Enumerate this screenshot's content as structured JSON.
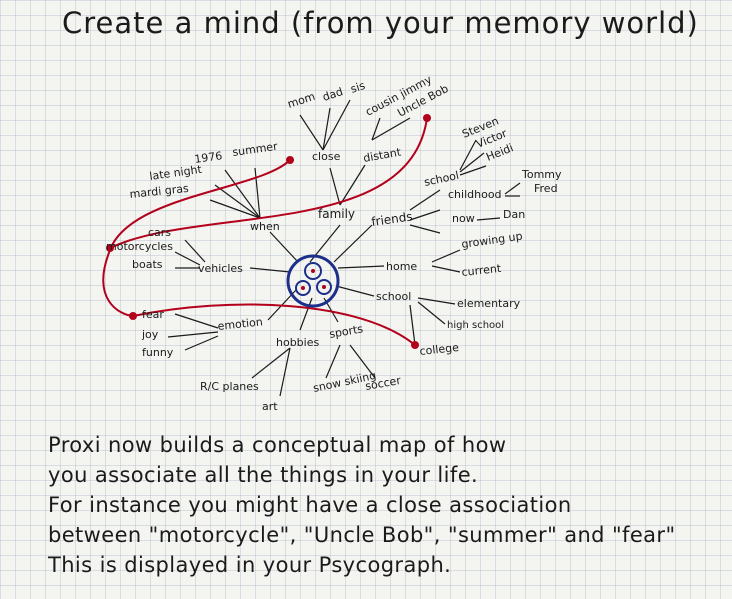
{
  "title": "Create  a  mind  (from  your memory world)",
  "nodes": {
    "mom": "mom",
    "dad": "dad",
    "sis": "sis",
    "cousin_jimmy": "cousin jimmy",
    "uncle_bob": "Uncle Bob",
    "close": "close",
    "distant": "distant",
    "family": "family",
    "steven": "Steven",
    "victor": "Victor",
    "heidi": "Heidi",
    "school_friends": "school",
    "childhood": "childhood",
    "tommy": "Tommy",
    "fred": "Fred",
    "now": "now",
    "dan": "Dan",
    "friends": "friends",
    "year": "1976",
    "summer": "summer",
    "late_night": "late night",
    "mardi_gras": "mardi gras",
    "when": "when",
    "cars": "cars",
    "motorcycles": "motorcycles",
    "boats": "boats",
    "vehicles": "vehicles",
    "home": "home",
    "growing_up": "growing up",
    "current": "current",
    "school": "school",
    "elementary": "elementary",
    "high_school": "high school",
    "college": "college",
    "fear": "fear",
    "joy": "joy",
    "funny": "funny",
    "emotion": "emotion",
    "hobbies": "hobbies",
    "sports": "sports",
    "rc_planes": "R/C planes",
    "art": "art",
    "snow_skiing": "snow skiing",
    "soccer": "soccer"
  },
  "paragraph": [
    "Proxi  now  builds  a  conceptual  map  of  how",
    "you  associate  all  the  things  in  your  life.",
    "For  instance  you  might  have  a  close  association",
    "between  \"motorcycle\", \"Uncle Bob\", \"summer\" and \"fear\"",
    "This  is  displayed  in  your  Psycograph."
  ],
  "colors": {
    "ink": "#1b1b1b",
    "blue": "#1c2f8a",
    "red": "#b3001b",
    "paper": "#f4f4f1"
  }
}
